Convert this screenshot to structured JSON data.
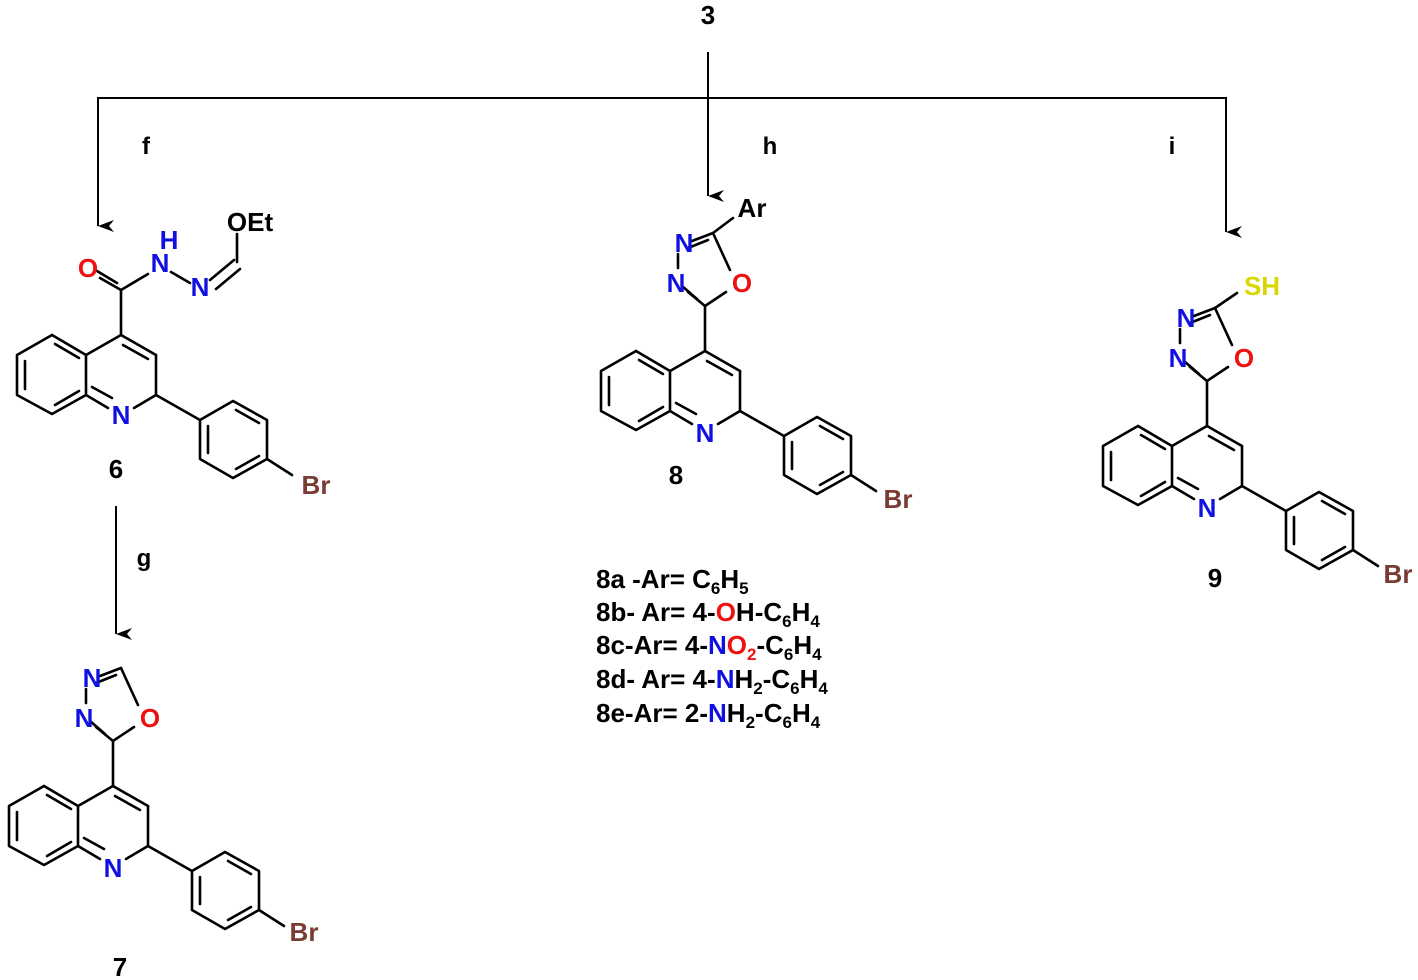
{
  "colors": {
    "carbon": "#000000",
    "nitrogen": "#1010e0",
    "oxygen": "#ee1111",
    "bromine": "#7a3b32",
    "sulfur": "#d8d800"
  },
  "scheme": {
    "start_compound": "3",
    "reagents": {
      "f": "f",
      "g": "g",
      "h": "h",
      "i": "i"
    },
    "compounds": {
      "c6": "6",
      "c7": "7",
      "c8": "8",
      "c9": "9"
    },
    "atoms": {
      "O": "O",
      "N": "N",
      "NH": "NH",
      "H": "H",
      "OEt": "OEt",
      "Br": "Br",
      "Ar": "Ar",
      "SH": "SH"
    },
    "legend": {
      "l8a": {
        "prefix": "8a -Ar= ",
        "formula": "C",
        "n1": "6",
        "h": "H",
        "n2": "5"
      },
      "l8b": {
        "prefix": "8b- Ar= 4-",
        "het": "O",
        "mid": "H-C",
        "n1": "6",
        "h": "H",
        "n2": "4"
      },
      "l8c": {
        "prefix": "8c-Ar= 4-",
        "n": "N",
        "o": "O",
        "n0": "2",
        "mid": "-C",
        "n1": "6",
        "h": "H",
        "n2": "4"
      },
      "l8d": {
        "prefix": "8d- Ar= 4-",
        "n": "N",
        "mid": "H",
        "n0": "2",
        "mid2": "-C",
        "n1": "6",
        "h": "H",
        "n2": "4"
      },
      "l8e": {
        "prefix": "8e-Ar= 2-",
        "n": "N",
        "mid": "H",
        "n0": "2",
        "mid2": "-C",
        "n1": "6",
        "h": "H",
        "n2": "4"
      }
    }
  }
}
